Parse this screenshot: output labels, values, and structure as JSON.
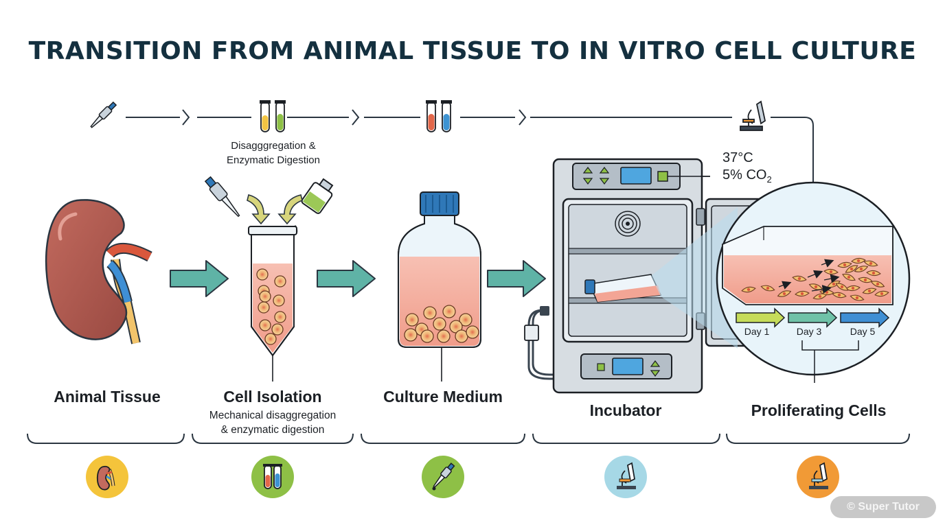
{
  "title": "TRANSITION FROM ANIMAL TISSUE TO IN VITRO CELL CULTURE",
  "digestion_note": {
    "line1": "Disagggregation &",
    "line2": "Enzymatic Digestion"
  },
  "conditions": {
    "temperature": "37°C",
    "co2_prefix": "5% CO",
    "co2_sub": "2"
  },
  "days": [
    "Day 1",
    "Day 3",
    "Day 5"
  ],
  "stages": [
    {
      "label": "Animal Tissue",
      "icon": "kidney-icon"
    },
    {
      "label": "Cell Isolation",
      "sub1": "Mechanical disaggregation",
      "sub2": "& enzymatic digestion",
      "icon": "test-tubes-icon"
    },
    {
      "label": "Culture Medium",
      "icon": "pipette-icon"
    },
    {
      "label": "Incubator",
      "icon": "microscope-icon"
    },
    {
      "label": "Proliferating Cells",
      "icon": "microscope-icon"
    }
  ],
  "colors": {
    "title": "#14303f",
    "arrow": "#5fb3a6",
    "medium": "#f3a595",
    "cap": "#2f78b8",
    "badge_yellow": "#f4c43b",
    "badge_green": "#8ec046",
    "badge_blue": "#a6d8e6",
    "badge_orange": "#f19a36"
  },
  "watermark": "© Super Tutor"
}
